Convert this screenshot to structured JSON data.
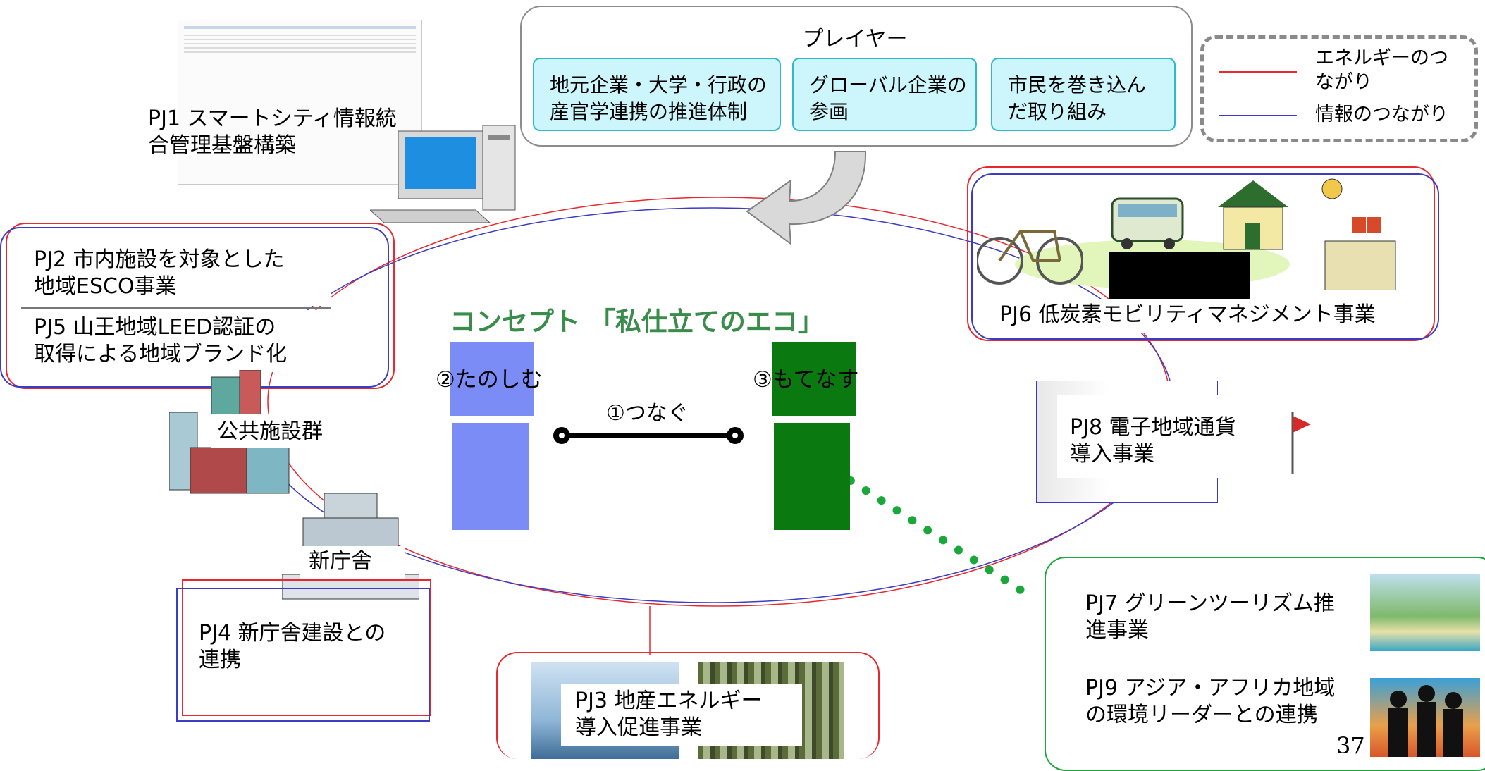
{
  "players": {
    "title": "プレイヤー",
    "items": [
      {
        "line1": "地元企業・大学・行政の",
        "line2": "産官学連携の推進体制"
      },
      {
        "line1": "グローバル企業の",
        "line2": "参画"
      },
      {
        "line1": "市民を巻き込ん",
        "line2": "だ取り組み"
      }
    ]
  },
  "legend": {
    "energy_line1": "エネルギーのつ",
    "energy_line2": "ながり",
    "info": "情報のつながり",
    "energy_color": "#e8282e",
    "info_color": "#3b3bc4"
  },
  "concept": {
    "title": "コンセプト 「私仕立てのエコ」",
    "left_label": "②たのしむ",
    "right_label": "③もてなす",
    "connector_label": "①つなぐ",
    "left_color": "#7b8cf7",
    "right_color": "#0a7a10"
  },
  "projects": {
    "pj1": {
      "line1": "PJ1 スマートシティ情報統",
      "line2": "合管理基盤構築"
    },
    "pj2": {
      "line1": "PJ2 市内施設を対象とした",
      "line2": "地域ESCO事業"
    },
    "pj5": {
      "line1": "PJ5 山王地域LEED認証の",
      "line2": "取得による地域ブランド化"
    },
    "public_facilities": "公共施設群",
    "new_office": "新庁舎",
    "pj4": {
      "line1": "PJ4 新庁舎建設との",
      "line2": "連携"
    },
    "pj3": {
      "line1": "PJ3 地産エネルギー",
      "line2": "導入促進事業"
    },
    "pj6": "PJ6 低炭素モビリティマネジメント事業",
    "pj8": {
      "line1": "PJ8 電子地域通貨",
      "line2": "導入事業"
    },
    "pj7": {
      "line1": "PJ7 グリーンツーリズム推",
      "line2": "進事業"
    },
    "pj9": {
      "line1": "PJ9 アジア・アフリカ地域",
      "line2": "の環境リーダーとの連携"
    }
  },
  "page_number": "37",
  "icons": [
    "computer-icon",
    "bicycle-icon",
    "bus-icon",
    "station-icon",
    "building-icon",
    "wind-turbine-icon",
    "forest-icon",
    "coast-landscape-icon",
    "business-people-icon",
    "flag-icon",
    "curved-arrow-icon"
  ]
}
